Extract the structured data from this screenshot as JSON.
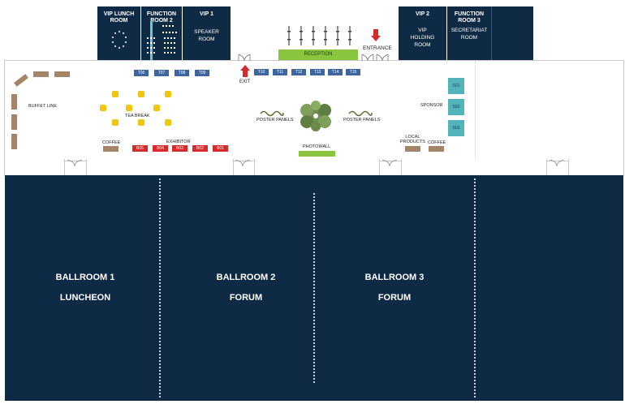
{
  "rooms": {
    "vip_lunch": {
      "title_l1": "VIP LUNCH",
      "title_l2": "ROOM"
    },
    "function2": {
      "title_l1": "FUNCTION",
      "title_l2": "ROOM 2"
    },
    "vip1": {
      "title": "VIP 1",
      "sub_l1": "SPEAKER",
      "sub_l2": "ROOM"
    },
    "vip2": {
      "title": "VIP 2",
      "sub_l1": "VIP",
      "sub_l2": "HOLDING",
      "sub_l3": "ROOM"
    },
    "function3": {
      "title_l1": "FUNCTION",
      "title_l2": "ROOM 3",
      "sub_l1": "SECRETARIAT",
      "sub_l2": "ROOM"
    }
  },
  "labels": {
    "reception": "RECEPTION",
    "entrance": "ENTRANCE",
    "exit": "EXIT",
    "buffet_line": "BUFFET LINE",
    "tea_break": "TEA BREAK",
    "coffee_left": "COFFEE",
    "exhibitor": "EXHIBITOR",
    "poster_left": "POSTER PANELS",
    "poster_right": "POSTER PANELS",
    "photowall": "PHOTOWALL",
    "local_l1": "LOCAL",
    "local_l2": "PRODUCTS",
    "coffee_right": "COFFEE",
    "sponsor": "SPONSOR"
  },
  "tables_t_left": [
    "T06",
    "T07",
    "T08",
    "T09"
  ],
  "tables_t_mid": [
    "T10",
    "T11",
    "T12",
    "T13",
    "T14",
    "T15"
  ],
  "booths": [
    "B05",
    "B04",
    "B03",
    "B02",
    "B01"
  ],
  "sponsors": [
    "S01",
    "S02",
    "S03"
  ],
  "ballrooms": [
    {
      "name": "BALLROOM 1",
      "use": "LUNCHEON"
    },
    {
      "name": "BALLROOM 2",
      "use": "FORUM"
    },
    {
      "name": "BALLROOM 3",
      "use": "FORUM"
    }
  ],
  "colors": {
    "navy": "#0f2a44",
    "green": "#89c53f",
    "red": "#d72a2a",
    "blue": "#3d66a1",
    "teal": "#52b3bb",
    "brown": "#a58567",
    "yellow": "#f1c70d"
  }
}
